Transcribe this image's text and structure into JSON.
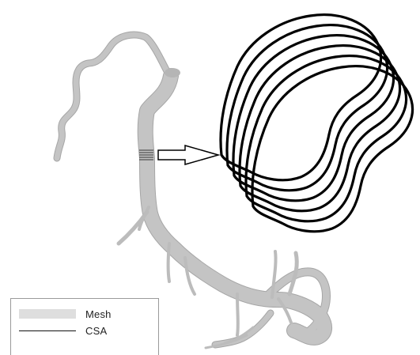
{
  "legend": {
    "mesh_label": "Mesh",
    "csa_label": "CSA"
  },
  "colors": {
    "vessel_fill": "#c4c4c4",
    "vessel_edge": "#a6a6a6",
    "contour_stroke": "#000000",
    "mesh_swatch": "#dedede"
  },
  "contour_count": 6
}
